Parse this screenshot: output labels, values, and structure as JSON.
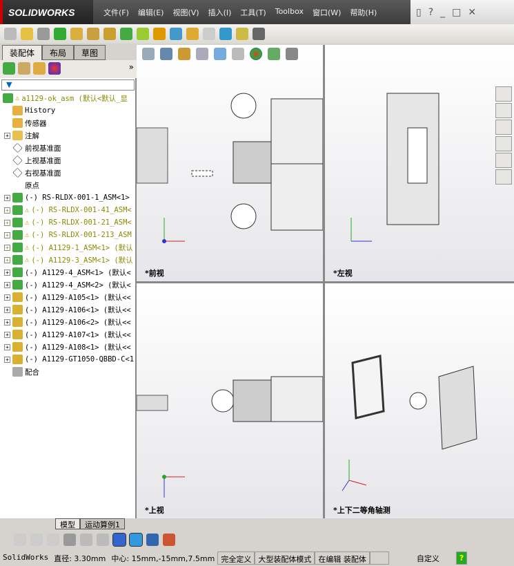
{
  "app": {
    "logo": "SOLIDWORKS"
  },
  "menu": [
    "文件(F)",
    "编辑(E)",
    "视图(V)",
    "插入(I)",
    "工具(T)",
    "Toolbox",
    "窗口(W)",
    "帮助(H)"
  ],
  "left_tabs": [
    "装配体",
    "布局",
    "草图"
  ],
  "tree": [
    {
      "label": "a1129-ok_asm  (默认<默认_显",
      "warn": true,
      "plus": false,
      "icon": "assembly-icon",
      "root": true
    },
    {
      "label": "History",
      "plus": false,
      "icon": "history-icon"
    },
    {
      "label": "传感器",
      "plus": false,
      "icon": "sensor-icon"
    },
    {
      "label": "注解",
      "plus": true,
      "icon": "annotation-icon"
    },
    {
      "label": "前视基准面",
      "plus": false,
      "icon": "plane-icon"
    },
    {
      "label": "上视基准面",
      "plus": false,
      "icon": "plane-icon"
    },
    {
      "label": "右视基准面",
      "plus": false,
      "icon": "plane-icon"
    },
    {
      "label": "原点",
      "plus": false,
      "icon": "origin-icon"
    },
    {
      "label": "(-) RS-RLDX-001-1_ASM<1>",
      "plus": true,
      "icon": "subassembly-icon"
    },
    {
      "label": "(-) RS-RLDX-001-41_ASM<",
      "warn": true,
      "plus": true,
      "icon": "subassembly-icon"
    },
    {
      "label": "(-) RS-RLDX-001-21_ASM<",
      "warn": true,
      "plus": true,
      "icon": "subassembly-icon"
    },
    {
      "label": "(-) RS-RLDX-001-213_ASM",
      "warn": true,
      "plus": true,
      "icon": "subassembly-icon"
    },
    {
      "label": "(-) A1129-1_ASM<1> (默认",
      "warn": true,
      "plus": true,
      "icon": "subassembly-icon"
    },
    {
      "label": "(-) A1129-3_ASM<1> (默认",
      "warn": true,
      "plus": true,
      "icon": "subassembly-icon"
    },
    {
      "label": "(-) A1129-4_ASM<1> (默认<",
      "plus": true,
      "icon": "subassembly-icon"
    },
    {
      "label": "(-) A1129-4_ASM<2> (默认<",
      "plus": true,
      "icon": "subassembly-icon"
    },
    {
      "label": "(-) A1129-A105<1> (默认<<",
      "plus": true,
      "icon": "part-icon"
    },
    {
      "label": "(-) A1129-A106<1> (默认<<",
      "plus": true,
      "icon": "part-icon"
    },
    {
      "label": "(-) A1129-A106<2> (默认<<",
      "plus": true,
      "icon": "part-icon"
    },
    {
      "label": "(-) A1129-A107<1> (默认<<",
      "plus": true,
      "icon": "part-icon"
    },
    {
      "label": "(-) A1129-A108<1> (默认<<",
      "plus": true,
      "icon": "part-icon"
    },
    {
      "label": "(-) A1129-GT1050-QBBD-C<1",
      "plus": true,
      "icon": "part-icon"
    },
    {
      "label": "配合",
      "plus": false,
      "icon": "mates-icon"
    }
  ],
  "views": {
    "front": "*前视",
    "left": "*左视",
    "top": "*上视",
    "iso": "*上下二等角轴测"
  },
  "bottom_tabs": [
    "模型",
    "运动算例1"
  ],
  "status": {
    "app": "SolidWorks",
    "diameter": "直径: 3.30mm",
    "center": "中心: 15mm,-15mm,7.5mm",
    "defined": "完全定义",
    "mode": "大型装配体模式",
    "editing": "在编辑 装配体",
    "custom": "自定义"
  },
  "colors": {
    "warning_text": "#8a8a00",
    "accent": "#cc0000"
  }
}
